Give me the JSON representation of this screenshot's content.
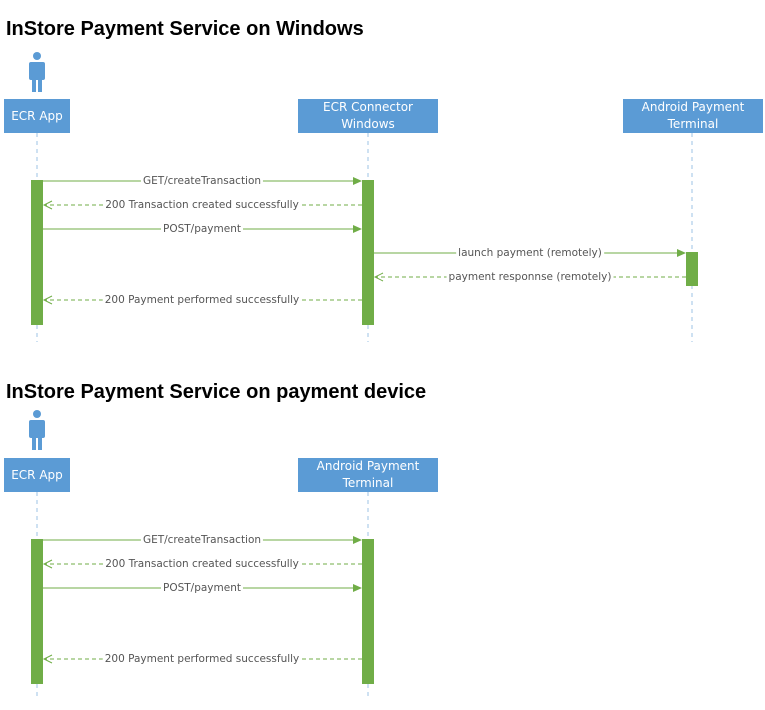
{
  "colors": {
    "participant_fill": "#5b9bd5",
    "activation": "#70ad47",
    "message": "#70ad47",
    "lifeline": "#9dc3e6",
    "actor": "#5b9bd5"
  },
  "diagram1": {
    "title": "InStore Payment Service on Windows",
    "participants": [
      "ECR App",
      "ECR Connector Windows",
      "Android Payment Terminal"
    ],
    "messages": [
      {
        "label": "GET/createTransaction",
        "from": "ECR App",
        "to": "ECR Connector Windows",
        "style": "solid"
      },
      {
        "label": "200 Transaction created successfully",
        "from": "ECR Connector Windows",
        "to": "ECR App",
        "style": "dashed"
      },
      {
        "label": "POST/payment",
        "from": "ECR App",
        "to": "ECR Connector Windows",
        "style": "solid"
      },
      {
        "label": "launch payment (remotely)",
        "from": "ECR Connector Windows",
        "to": "Android Payment Terminal",
        "style": "solid"
      },
      {
        "label": "payment responnse (remotely)",
        "from": "Android Payment Terminal",
        "to": "ECR Connector Windows",
        "style": "dashed"
      },
      {
        "label": "200 Payment performed successfully",
        "from": "ECR Connector Windows",
        "to": "ECR App",
        "style": "dashed"
      }
    ]
  },
  "diagram2": {
    "title": "InStore Payment Service on payment device",
    "participants": [
      "ECR App",
      "Android Payment Terminal"
    ],
    "messages": [
      {
        "label": "GET/createTransaction",
        "from": "ECR App",
        "to": "Android Payment Terminal",
        "style": "solid"
      },
      {
        "label": "200 Transaction created successfully",
        "from": "Android Payment Terminal",
        "to": "ECR App",
        "style": "dashed"
      },
      {
        "label": "POST/payment",
        "from": "ECR App",
        "to": "Android Payment Terminal",
        "style": "solid"
      },
      {
        "label": "200 Payment performed successfully",
        "from": "Android Payment Terminal",
        "to": "ECR App",
        "style": "dashed"
      }
    ]
  }
}
